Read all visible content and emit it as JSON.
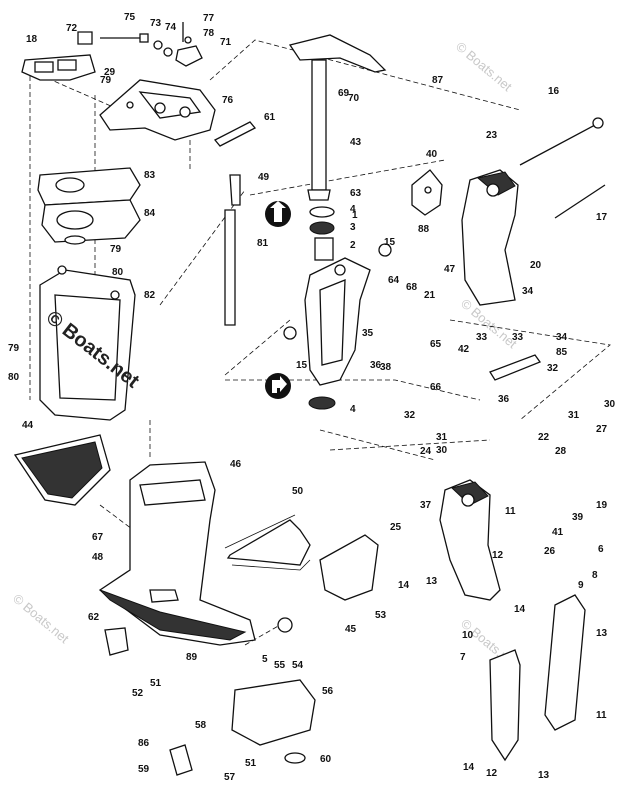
{
  "diagram": {
    "watermark_main": "© Boats.net",
    "watermark_faint": "© Boats.net",
    "callouts": [
      "1",
      "2",
      "3",
      "4",
      "5",
      "6",
      "7",
      "8",
      "9",
      "10",
      "11",
      "12",
      "13",
      "14",
      "15",
      "16",
      "17",
      "18",
      "19",
      "20",
      "21",
      "22",
      "23",
      "24",
      "25",
      "26",
      "27",
      "28",
      "29",
      "30",
      "31",
      "32",
      "33",
      "34",
      "35",
      "36",
      "37",
      "38",
      "39",
      "40",
      "41",
      "42",
      "43",
      "44",
      "45",
      "46",
      "47",
      "48",
      "49",
      "50",
      "51",
      "52",
      "53",
      "54",
      "55",
      "56",
      "57",
      "58",
      "59",
      "60",
      "61",
      "62",
      "63",
      "64",
      "65",
      "66",
      "67",
      "68",
      "69",
      "70",
      "71",
      "72",
      "73",
      "74",
      "75",
      "76",
      "77",
      "78",
      "79",
      "80",
      "81",
      "82",
      "83",
      "84",
      "85",
      "86",
      "87",
      "88",
      "89"
    ],
    "arrow_labels": [
      "up-arrow-icon",
      "right-arrow-icon"
    ]
  }
}
